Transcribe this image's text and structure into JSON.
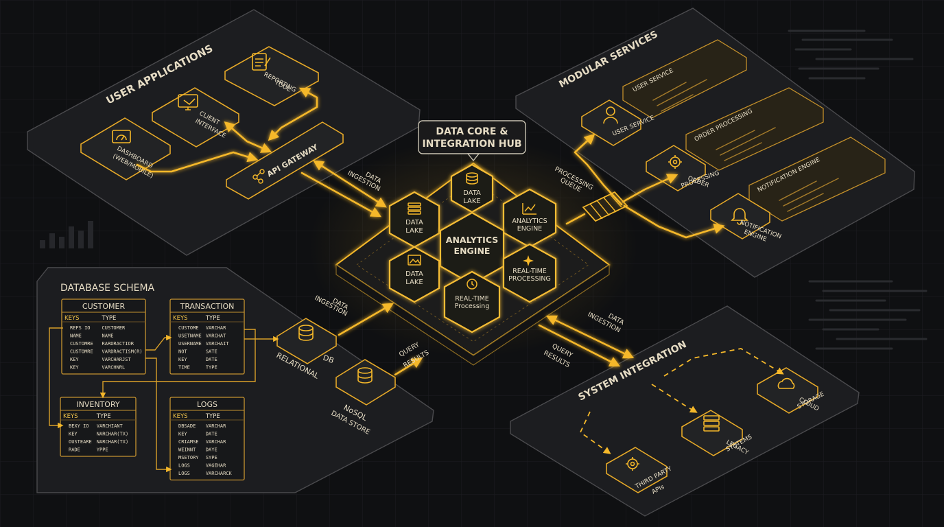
{
  "core": {
    "title_line1": "DATA CORE &",
    "title_line2": "INTEGRATION HUB",
    "hex_top_line1": "DATA",
    "hex_top_line2": "LAKE",
    "hex_upper_left_line1": "DATA",
    "hex_upper_left_line2": "LAKE",
    "hex_upper_right_line1": "ANALYTICS",
    "hex_upper_right_line2": "ENGINE",
    "hex_center_line1": "ANALYTICS",
    "hex_center_line2": "ENGINE",
    "hex_lower_left_line1": "DATA",
    "hex_lower_left_line2": "LAKE",
    "hex_lower_right_line1": "REAL-TIME",
    "hex_lower_right_line2": "PROCESSING",
    "hex_bottom_line1": "REAL-TIME",
    "hex_bottom_line2": "Processing"
  },
  "user_apps": {
    "title": "USER APPLICATIONS",
    "dashboard_line1": "DASHBOARD",
    "dashboard_line2": "(WEB/MOBILE)",
    "client_line1": "CLIENT",
    "client_line2": "INTERFACE",
    "reporting_line1": "REPORTING",
    "reporting_line2": "TOOL",
    "gateway": "API GATEWAY"
  },
  "modular": {
    "title": "MODULAR SERVICES",
    "user_service": "USER SERVICE",
    "user_service_card": "USER SERVICE",
    "order_line1": "ORDER",
    "order_line2": "PROCESSING",
    "order_card": "ORDER PROCESSING",
    "notif_line1": "NOTIFICATION",
    "notif_line2": "ENGINE",
    "notif_card": "NOTIFICATION ENGINE"
  },
  "db_schema": {
    "title": "DATABASE SCHEMA",
    "tables": [
      {
        "name": "CUSTOMER",
        "col1": "KEYS",
        "col2": "TYPE",
        "rows": [
          [
            "REFS IO",
            "CUSTOMER"
          ],
          [
            "NAME",
            "NAME"
          ],
          [
            "CUSTOMRE",
            "RARDRACTIOR"
          ],
          [
            "CUSTOMRE",
            "VARDRACTISM(R)"
          ],
          [
            "KEY",
            "VARCHARJST"
          ],
          [
            "KEY",
            "VARCHNRL"
          ]
        ]
      },
      {
        "name": "TRANSACTION",
        "col1": "KEYS",
        "col2": "TYPE",
        "rows": [
          [
            "CUSTOME",
            "VARCHAR"
          ],
          [
            "USETNAME",
            "VARCHAT"
          ],
          [
            "USERNAME",
            "VARCHAIT"
          ],
          [
            "NOT",
            "SATE"
          ],
          [
            "KEY",
            "DATE"
          ],
          [
            "TIME",
            "TYPE"
          ]
        ]
      },
      {
        "name": "INVENTORY",
        "col1": "KEYS",
        "col2": "TYPE",
        "rows": [
          [
            "BEXY IO",
            "VARCHIANT"
          ],
          [
            "KEY",
            "NARCHAR(TX)"
          ],
          [
            "OUSTEARE",
            "NARCHAR(TX)"
          ],
          [
            "RADE",
            "YPPE"
          ]
        ]
      },
      {
        "name": "LOGS",
        "col1": "KEYS",
        "col2": "TYPE",
        "rows": [
          [
            "DBSADE",
            "VARCHAR"
          ],
          [
            "KEY",
            "DATE"
          ],
          [
            "CRIAMSE",
            "VARCHAR"
          ],
          [
            "WEINNT",
            "DAYE"
          ],
          [
            "MSETORY",
            "SYPE"
          ],
          [
            "LOGS",
            "VAGEHAR"
          ],
          [
            "LOGS",
            "VARCHARCK"
          ]
        ]
      }
    ],
    "relational_db": "DB",
    "relational_label": "RELATIONAL",
    "nosql_line1": "NoSQL",
    "nosql_line2": "DATA STORE"
  },
  "system_integration": {
    "title": "SYSTEM INTEGRATION",
    "cloud_line1": "CLOUD",
    "cloud_line2": "STORAGE",
    "legacy_line1": "LEGACY",
    "legacy_line2": "SYSTEMS",
    "third_line1": "THIRD PARTY",
    "third_line2": "APIs"
  },
  "flows": {
    "ingest_top_line1": "DATA",
    "ingest_top_line2": "INGESTION",
    "queue_line1": "PROCESSING",
    "queue_line2": "QUEUE",
    "ingest_left_line1": "DATA",
    "ingest_left_line2": "INGESTION",
    "query_left_line1": "QUERY",
    "query_left_line2": "RESULTS",
    "ingest_right_line1": "DATA",
    "ingest_right_line2": "INGESTION",
    "query_right_line1": "QUERY",
    "query_right_line2": "RESULTS"
  },
  "colors": {
    "accent": "#f5b82a",
    "background": "#0f1012",
    "panel": "#1c1d20"
  }
}
